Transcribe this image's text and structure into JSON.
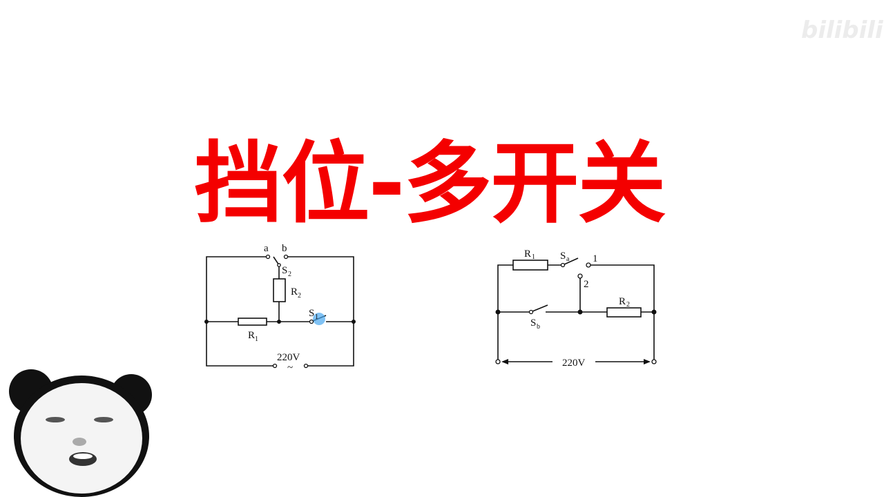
{
  "title": "挡位-多开关",
  "watermark": "bilibili",
  "diagram_left": {
    "labels": {
      "a": "a",
      "b": "b",
      "S": "S",
      "S2_sub": "2",
      "R": "R",
      "R2_sub": "2",
      "S1_sub": "1",
      "R1_sub": "1",
      "voltage": "220V",
      "ac": "~"
    }
  },
  "diagram_right": {
    "labels": {
      "R": "R",
      "R1_sub": "1",
      "S": "S",
      "Sa_sub": "a",
      "Sb_sub": "b",
      "R2_sub": "2",
      "t1": "1",
      "t2": "2",
      "voltage": "220V"
    }
  },
  "colors": {
    "title": "#f40000",
    "highlight": "#4aa8f0"
  }
}
